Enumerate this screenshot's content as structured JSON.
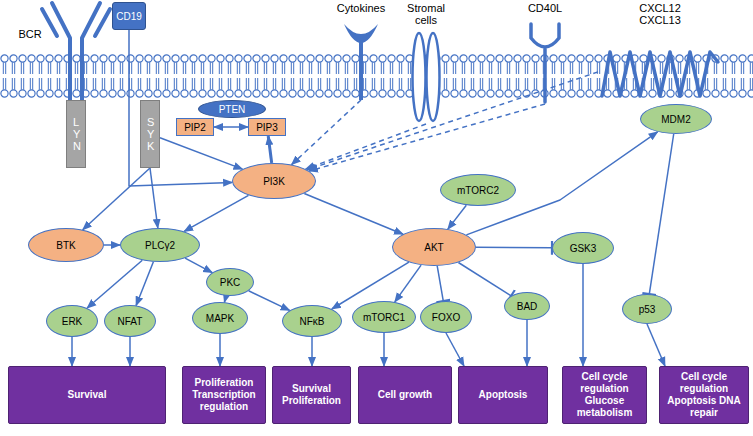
{
  "diagram": {
    "nodes": [
      {
        "text": [
          "BCR"
        ]
      },
      {
        "text": [
          "CD19"
        ]
      },
      {
        "text": [
          "Cytokines"
        ]
      },
      {
        "text": [
          "Stromal cells"
        ]
      },
      {
        "text": [
          "CD40L"
        ]
      },
      {
        "text": [
          "CXCL12 CXCL13"
        ]
      },
      {
        "text": [
          "LYN"
        ]
      },
      {
        "text": [
          "SYK"
        ]
      },
      {
        "text": [
          "PTEN"
        ]
      },
      {
        "text": [
          "PIP2"
        ]
      },
      {
        "text": [
          "PIP3"
        ]
      },
      {
        "text": [
          "PI3K"
        ]
      },
      {
        "text": [
          "BTK"
        ]
      },
      {
        "text": [
          "PLCγ2"
        ]
      },
      {
        "text": [
          "AKT"
        ]
      },
      {
        "text": [
          "mTORC2"
        ]
      },
      {
        "text": [
          "MDM2"
        ]
      },
      {
        "text": [
          "PKC"
        ]
      },
      {
        "text": [
          "GSK3"
        ]
      },
      {
        "text": [
          "BAD"
        ]
      },
      {
        "text": [
          "ERK"
        ]
      },
      {
        "text": [
          "NFAT"
        ]
      },
      {
        "text": [
          "MAPK"
        ]
      },
      {
        "text": [
          "NFκB"
        ]
      },
      {
        "text": [
          "mTORC1"
        ]
      },
      {
        "text": [
          "FOXO"
        ]
      },
      {
        "text": [
          "p53"
        ]
      },
      {
        "text": [
          "Survival"
        ]
      },
      {
        "text": [
          "Proliferation Transcription regulation"
        ]
      },
      {
        "text": [
          "Survival Proliferation"
        ]
      },
      {
        "text": [
          "Cell growth"
        ]
      },
      {
        "text": [
          "Apoptosis"
        ]
      },
      {
        "text": [
          "Cell cycle regulation Glucose metabolism"
        ]
      },
      {
        "text": [
          "Cell cycle regulation Apoptosis DNA repair"
        ]
      }
    ],
    "edges": [
      {
        "from": 1,
        "to": 11,
        "arrow": "to"
      },
      {
        "from": 7,
        "to": 12,
        "arrow": "to"
      },
      {
        "from": 7,
        "to": 13,
        "arrow": "to"
      },
      {
        "from": 7,
        "to": 11,
        "arrow": "to"
      },
      {
        "from": 9,
        "to": 10,
        "arrow": "both"
      },
      {
        "from": 11,
        "to": 10,
        "arrow": "to"
      },
      {
        "from": 2,
        "to": 11,
        "arrow": "to"
      },
      {
        "from": 3,
        "to": 11,
        "arrow": "to"
      },
      {
        "from": 4,
        "to": 11,
        "arrow": "to"
      },
      {
        "from": 5,
        "to": 11,
        "arrow": "to"
      },
      {
        "from": 12,
        "to": 13,
        "arrow": "to"
      },
      {
        "from": 11,
        "to": 13,
        "arrow": "to"
      },
      {
        "from": 11,
        "to": 14,
        "arrow": "to"
      },
      {
        "from": 13,
        "to": 20,
        "arrow": "to"
      },
      {
        "from": 13,
        "to": 21,
        "arrow": "to"
      },
      {
        "from": 13,
        "to": 17,
        "arrow": "to"
      },
      {
        "from": 17,
        "to": 22,
        "arrow": "to"
      },
      {
        "from": 17,
        "to": 23,
        "arrow": "to"
      },
      {
        "from": 14,
        "to": 23,
        "arrow": "to"
      },
      {
        "from": 14,
        "to": 24,
        "arrow": "to"
      },
      {
        "from": 14,
        "to": 25,
        "arrow": "to"
      },
      {
        "from": 14,
        "to": 19,
        "arrow": "to"
      },
      {
        "from": 14,
        "to": 18,
        "arrow": "to"
      },
      {
        "from": 14,
        "to": 16,
        "arrow": "to"
      },
      {
        "from": 15,
        "to": 14,
        "arrow": "to"
      },
      {
        "from": 16,
        "to": 26,
        "arrow": "to"
      },
      {
        "from": 20,
        "to": 27,
        "arrow": "to"
      },
      {
        "from": 21,
        "to": 27,
        "arrow": "to"
      },
      {
        "from": 22,
        "to": 28,
        "arrow": "to"
      },
      {
        "from": 23,
        "to": 29,
        "arrow": "to"
      },
      {
        "from": 24,
        "to": 30,
        "arrow": "to"
      },
      {
        "from": 25,
        "to": 31,
        "arrow": "to"
      },
      {
        "from": 19,
        "to": 31,
        "arrow": "to"
      },
      {
        "from": 18,
        "to": 32,
        "arrow": "to"
      },
      {
        "from": 26,
        "to": 33,
        "arrow": "to"
      }
    ]
  }
}
